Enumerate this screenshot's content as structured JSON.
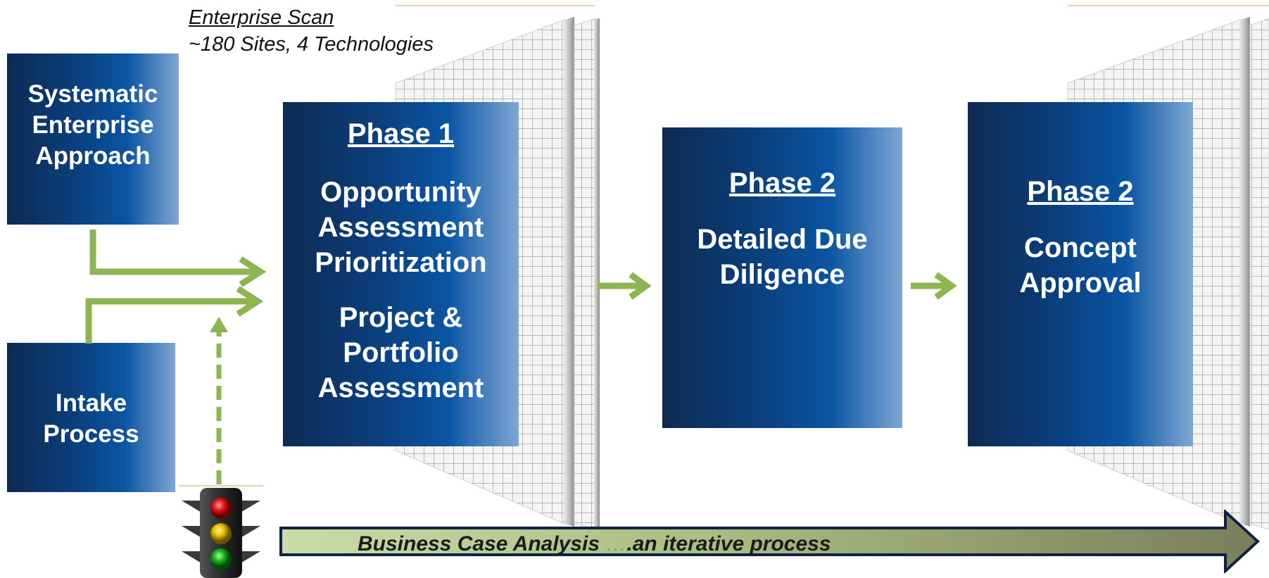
{
  "scan": {
    "title": "Enterprise Scan",
    "subtitle": "~180 Sites, 4 Technologies"
  },
  "boxes": {
    "systematic": [
      "Systematic",
      "Enterprise",
      "Approach"
    ],
    "intake": [
      "Intake",
      "Process"
    ],
    "phase1": {
      "heading": "Phase 1",
      "lines_a": [
        "Opportunity",
        "Assessment",
        "Prioritization"
      ],
      "lines_b": [
        "Project &",
        "Portfolio",
        "Assessment"
      ]
    },
    "phase2a": {
      "heading": "Phase 2",
      "lines": [
        "Detailed Due",
        "Diligence"
      ]
    },
    "phase2b": {
      "heading": "Phase 2",
      "lines": [
        "Concept",
        "Approval"
      ]
    }
  },
  "banner": {
    "text": "Business Case Analysis",
    "ellipsis": "…",
    "suffix": ".an iterative process"
  },
  "icons": [
    "traffic-light-icon",
    "arrow-right-icon",
    "grid-panel-icon"
  ],
  "colors": {
    "box_dark": "#0d2a52",
    "box_mid": "#0a55a3",
    "box_light": "#7fa7d4",
    "arrow_green": "#8db552",
    "banner_light": "#c8dca6",
    "banner_dark": "#7a7f5a"
  }
}
